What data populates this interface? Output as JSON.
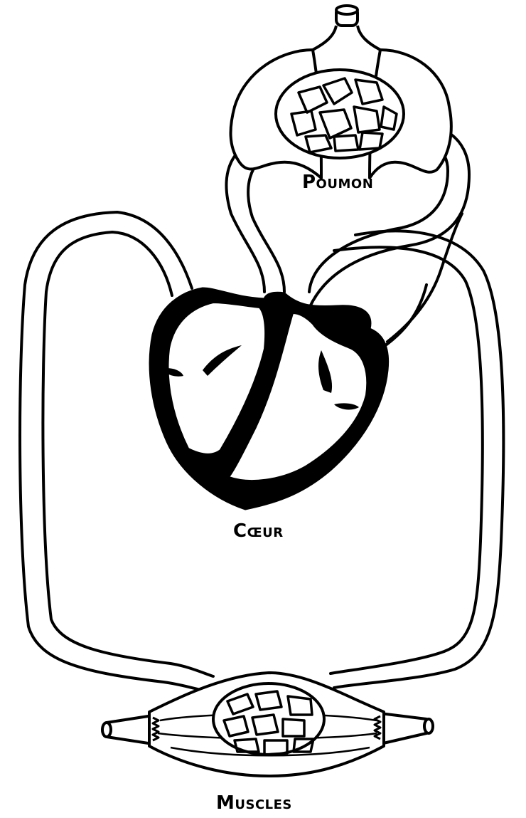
{
  "labels": {
    "lung": "Poumon",
    "heart": "Cœur",
    "muscles": "Muscles"
  },
  "colors": {
    "stroke": "#000000",
    "fill": "#ffffff",
    "heart_wall": "#000000"
  }
}
